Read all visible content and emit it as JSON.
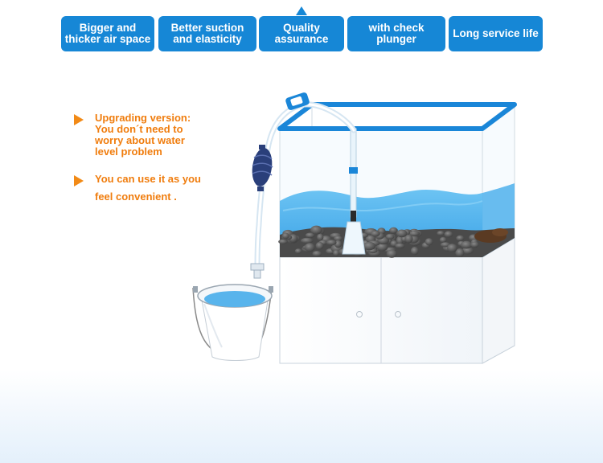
{
  "feature_tabs": [
    {
      "label": "Bigger and\nthicker air space"
    },
    {
      "label": "Better suction\nand elasticity"
    },
    {
      "label": "Quality\nassurance"
    },
    {
      "label": "with check\nplunger"
    },
    {
      "label": "Long service life"
    }
  ],
  "active_tab": "Quality\nassurance",
  "notes": [
    {
      "text": "Upgrading version:\nYou don´t need to\nworry about water\nlevel problem"
    },
    {
      "text": "You can use it as you\nfeel convenient ."
    }
  ],
  "colors": {
    "tab_blue": "#1687d6",
    "note_orange": "#f07d0e",
    "tank_frame": "#1a86d8",
    "water": "#59b6ee",
    "gravel": "#5a5a5a"
  },
  "illustration": {
    "icons": [
      "aquarium-tank-icon",
      "siphon-hose-icon",
      "hand-pump-bulb-icon",
      "bucket-icon",
      "gravel-vacuum-tube-icon"
    ]
  }
}
